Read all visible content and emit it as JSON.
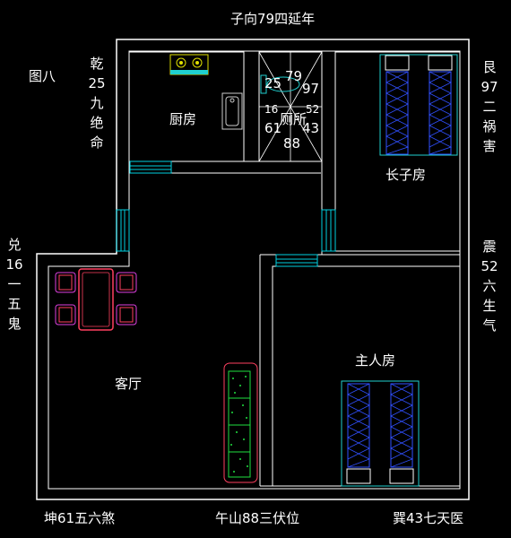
{
  "labels": {
    "top": "子向79四延年",
    "figure": "图八",
    "bottom_left": "坤61五六煞",
    "bottom_center": "午山88三伏位",
    "bottom_right": "巽43七天医"
  },
  "side_labels": {
    "left_top": [
      "乾",
      "25",
      "九",
      "绝",
      "命"
    ],
    "left_mid": [
      "兑",
      "16",
      "一",
      "五",
      "鬼"
    ],
    "right_top": [
      "艮",
      "97",
      "二",
      "祸",
      "害"
    ],
    "right_mid": [
      "震",
      "52",
      "六",
      "生",
      "气"
    ]
  },
  "rooms": {
    "kitchen": "厨房",
    "bathroom": "厕所",
    "eldest_son_room": "长子房",
    "master_room": "主人房",
    "living_room": "客厅"
  },
  "bathroom_grid": {
    "n1": "25",
    "n2": "79",
    "n3": "97",
    "n4": "16",
    "n5": "52",
    "n6": "61",
    "n7": "43",
    "n8": "88"
  },
  "colors": {
    "background": "#000000",
    "walls": "#ffffff",
    "doors": "#00d0e0",
    "beds": "#3050ff",
    "chairs": "#e040e0",
    "table": "#ff4060",
    "sofa": "#20e040",
    "stove": "#e0e000"
  }
}
